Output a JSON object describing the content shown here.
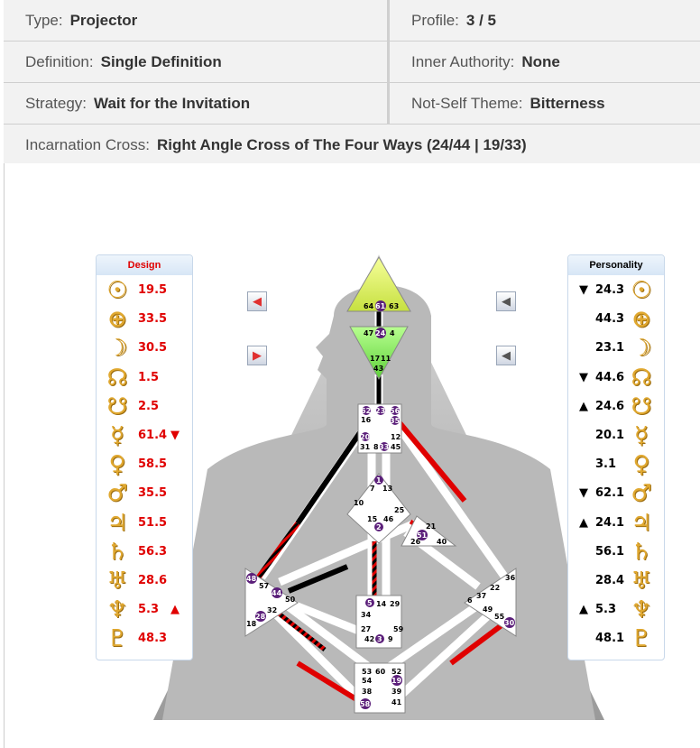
{
  "info": {
    "type_label": "Type:",
    "type_value": "Projector",
    "profile_label": "Profile:",
    "profile_value": "3 / 5",
    "definition_label": "Definition:",
    "definition_value": "Single Definition",
    "authority_label": "Inner Authority:",
    "authority_value": "None",
    "strategy_label": "Strategy:",
    "strategy_value": "Wait for the Invitation",
    "notself_label": "Not-Self Theme:",
    "notself_value": "Bitterness",
    "cross_label": "Incarnation Cross:",
    "cross_value": "Right Angle Cross of The Four Ways (24/44 | 19/33)"
  },
  "design": {
    "title": "Design",
    "rows": [
      {
        "glyph": "☉",
        "value": "19.5",
        "mark": ""
      },
      {
        "glyph": "⊕",
        "value": "33.5",
        "mark": ""
      },
      {
        "glyph": "☽",
        "value": "30.5",
        "mark": ""
      },
      {
        "glyph": "☊",
        "value": "1.5",
        "mark": ""
      },
      {
        "glyph": "☋",
        "value": "2.5",
        "mark": ""
      },
      {
        "glyph": "☿",
        "value": "61.4",
        "mark": "▼"
      },
      {
        "glyph": "♀",
        "value": "58.5",
        "mark": ""
      },
      {
        "glyph": "♂",
        "value": "35.5",
        "mark": ""
      },
      {
        "glyph": "♃",
        "value": "51.5",
        "mark": ""
      },
      {
        "glyph": "♄",
        "value": "56.3",
        "mark": ""
      },
      {
        "glyph": "♅",
        "value": "28.6",
        "mark": ""
      },
      {
        "glyph": "♆",
        "value": "5.3",
        "mark": "▲"
      },
      {
        "glyph": "♇",
        "value": "48.3",
        "mark": ""
      }
    ]
  },
  "personality": {
    "title": "Personality",
    "rows": [
      {
        "glyph": "☉",
        "value": "24.3",
        "mark": "▼"
      },
      {
        "glyph": "⊕",
        "value": "44.3",
        "mark": ""
      },
      {
        "glyph": "☽",
        "value": "23.1",
        "mark": ""
      },
      {
        "glyph": "☊",
        "value": "44.6",
        "mark": "▼"
      },
      {
        "glyph": "☋",
        "value": "24.6",
        "mark": "▲"
      },
      {
        "glyph": "☿",
        "value": "20.1",
        "mark": ""
      },
      {
        "glyph": "♀",
        "value": "3.1",
        "mark": ""
      },
      {
        "glyph": "♂",
        "value": "62.1",
        "mark": "▼"
      },
      {
        "glyph": "♃",
        "value": "24.1",
        "mark": "▲"
      },
      {
        "glyph": "♄",
        "value": "56.1",
        "mark": ""
      },
      {
        "glyph": "♅",
        "value": "28.4",
        "mark": ""
      },
      {
        "glyph": "♆",
        "value": "5.3",
        "mark": "▲"
      },
      {
        "glyph": "♇",
        "value": "48.1",
        "mark": ""
      }
    ]
  },
  "buttons": {
    "left_arrow": "◀",
    "right_arrow": "▶"
  },
  "gates": {
    "head": [
      "64",
      "61",
      "63"
    ],
    "ajna": [
      "47",
      "24",
      "4",
      "17",
      "11",
      "43"
    ],
    "throat": [
      "62",
      "23",
      "56",
      "16",
      "35",
      "20",
      "12",
      "31",
      "8",
      "33",
      "45"
    ],
    "g": [
      "1",
      "7",
      "13",
      "10",
      "15",
      "46",
      "25",
      "2"
    ],
    "ego": [
      "21",
      "51",
      "26",
      "40"
    ],
    "spleen": [
      "48",
      "57",
      "44",
      "50",
      "32",
      "28",
      "18"
    ],
    "sacral": [
      "5",
      "14",
      "29",
      "34",
      "27",
      "59",
      "42",
      "3",
      "9"
    ],
    "solar": [
      "36",
      "22",
      "37",
      "6",
      "49",
      "55",
      "30"
    ],
    "root": [
      "53",
      "60",
      "52",
      "54",
      "19",
      "38",
      "39",
      "58",
      "41"
    ]
  },
  "colors": {
    "design": "#e00000",
    "personality": "#000000",
    "defined": "#ffffff",
    "accent_purple": "#5b1f7a"
  }
}
